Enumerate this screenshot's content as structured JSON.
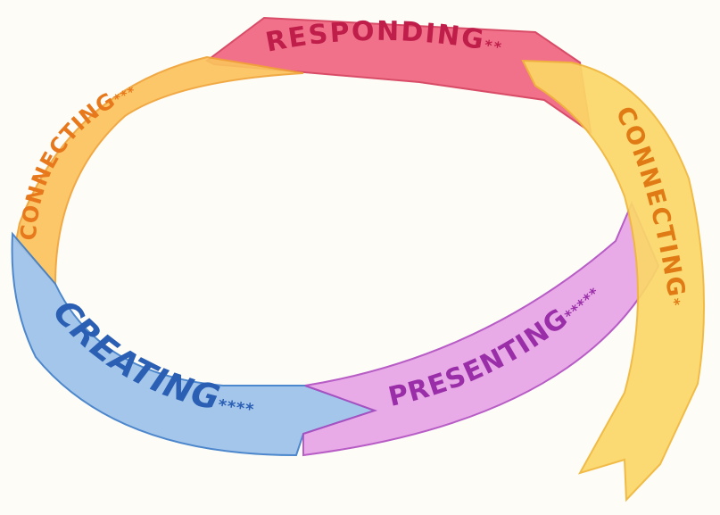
{
  "diagram": {
    "segments": [
      {
        "id": "responding",
        "label": "RESPONDING",
        "stars": "**",
        "fill": "#f0637f",
        "stroke": "#d63a58",
        "text_color": "#c01e4a"
      },
      {
        "id": "connecting-left",
        "label": "CONNECTING",
        "stars": "***",
        "fill": "#fbc35e",
        "stroke": "#f0a236",
        "text_color": "#e8781c"
      },
      {
        "id": "creating",
        "label": "CREATING",
        "stars": "****",
        "fill": "#9dc2ea",
        "stroke": "#3f7ec9",
        "text_color": "#2a5fb4"
      },
      {
        "id": "presenting",
        "label": "PRESENTING",
        "stars": "*****",
        "fill": "#e6a3e6",
        "stroke": "#b04cc0",
        "text_color": "#9a2ea8"
      },
      {
        "id": "connecting-right",
        "label": "CONNECTING",
        "stars": "*",
        "fill": "#fbd768",
        "stroke": "#f0b63a",
        "text_color": "#e07a14"
      }
    ]
  }
}
